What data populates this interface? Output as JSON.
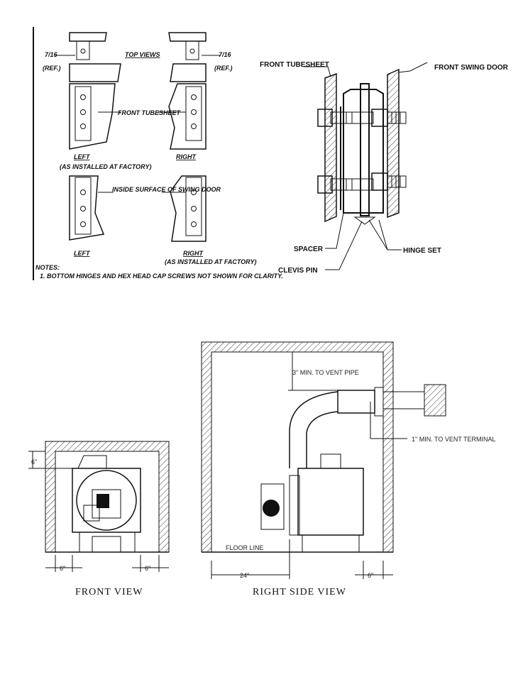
{
  "top_left": {
    "top_views": "TOP VIEWS",
    "ref_dim": "7/16",
    "ref": "(REF.)",
    "front_tubesheet": "FRONT TUBESHEET",
    "left_top": "LEFT",
    "left_note": "(AS INSTALLED AT FACTORY)",
    "right_top": "RIGHT",
    "inside_surface": "INSIDE SURFACE OF SWING DOOR",
    "left_bottom": "LEFT",
    "right_bottom": "RIGHT",
    "right_note": "(AS INSTALLED AT FACTORY)",
    "notes_title": "NOTES:",
    "note1": "1. BOTTOM HINGES AND HEX HEAD CAP SCREWS NOT SHOWN FOR CLARITY."
  },
  "hinge": {
    "front_tubesheet": "FRONT TUBESHEET",
    "front_swing_door": "FRONT SWING DOOR",
    "spacer": "SPACER",
    "hinge_set": "HINGE SET",
    "clevis_pin": "CLEVIS PIN"
  },
  "clearance": {
    "top_clear_front": "6\"",
    "side_left": "6\"",
    "side_right": "6\"",
    "vent_pipe": "3\" MIN. TO VENT PIPE",
    "vent_terminal": "1\" MIN. TO VENT TERMINAL",
    "floor_line": "FLOOR LINE",
    "rear_24": "24\"",
    "rear_6": "6\"",
    "front_view": "FRONT VIEW",
    "right_side_view": "RIGHT SIDE VIEW"
  }
}
